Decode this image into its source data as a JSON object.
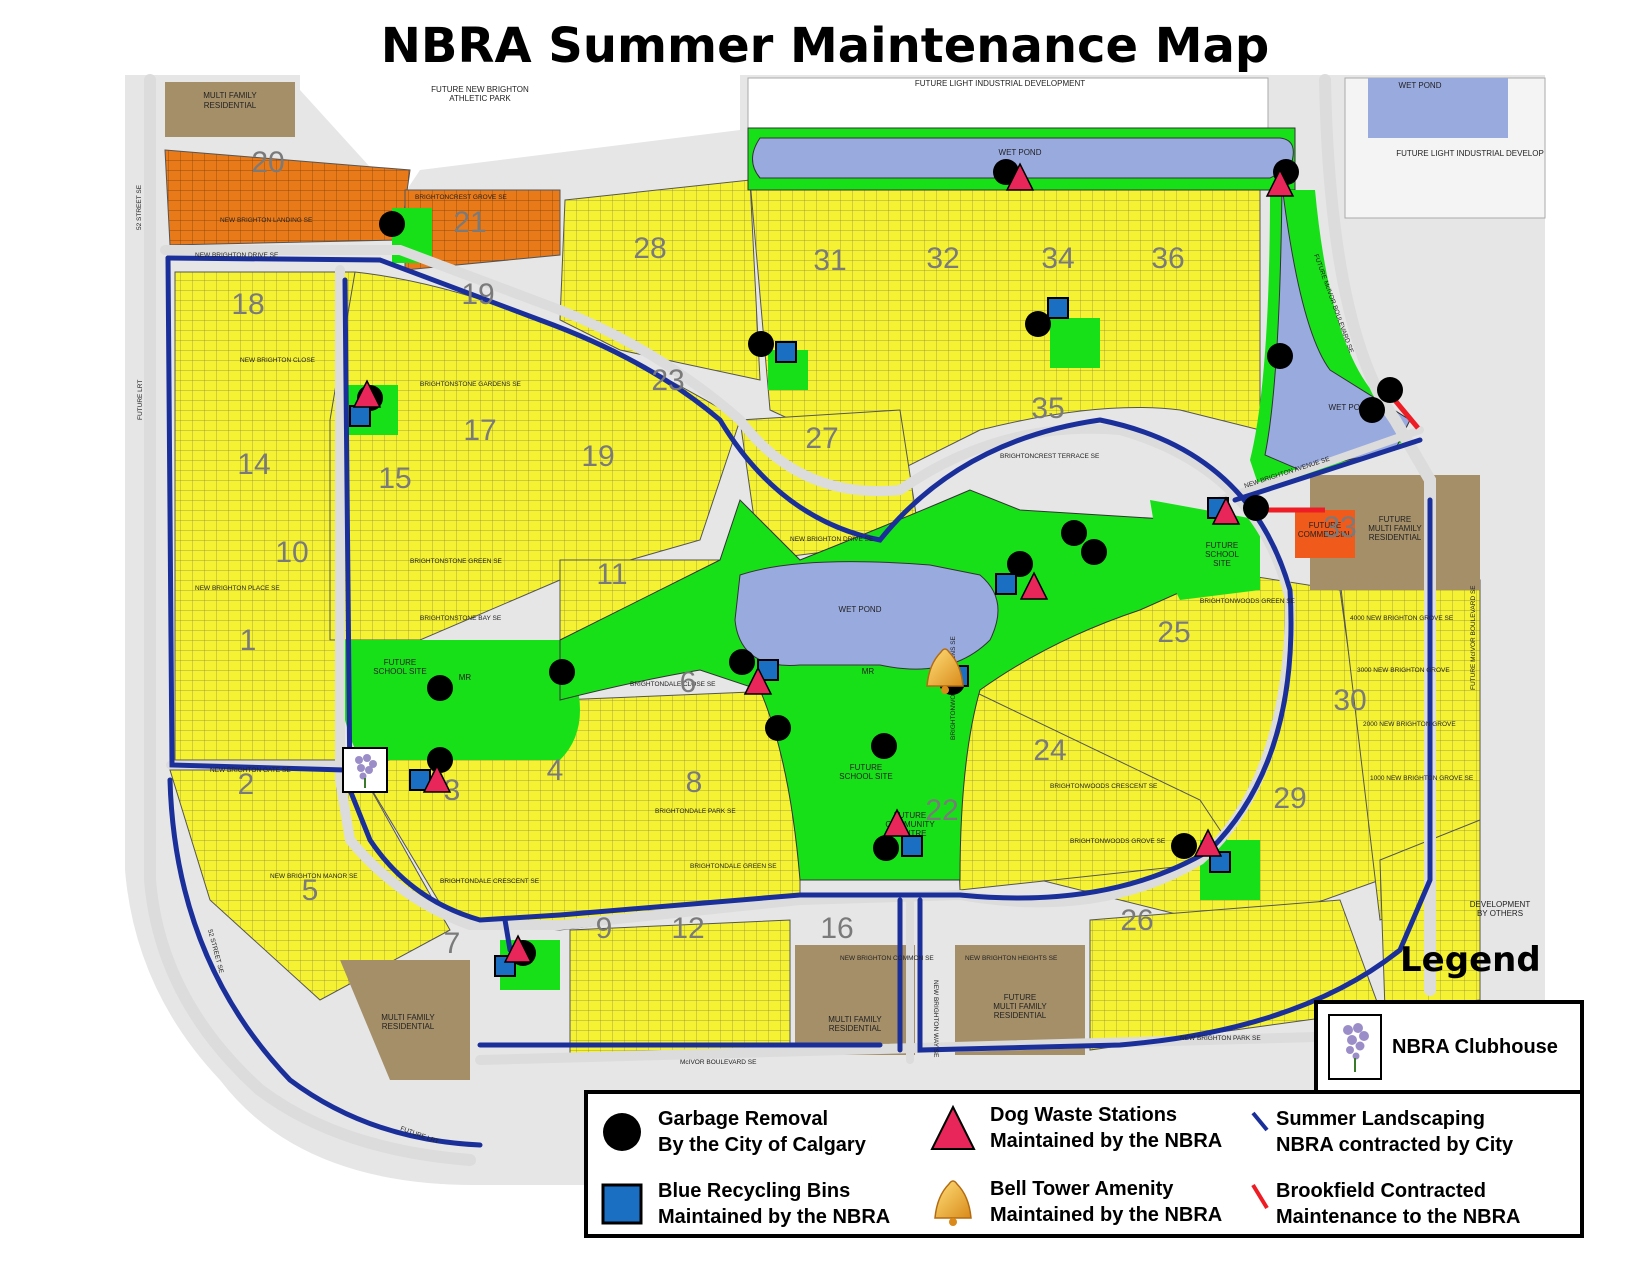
{
  "title": "NBRA Summer Maintenance Map",
  "colors": {
    "lots": "#f5f234",
    "park": "#18e018",
    "pond": "#99aadf",
    "multi_family": "#a58f68",
    "orange_lots": "#e87a1a",
    "commercial": "#f05a1a",
    "route_city": "#1a2f9a",
    "route_brookfield": "#ee1c24",
    "garbage": "#000000",
    "recycling": "#1b6fc2",
    "dog_waste": "#e8265a"
  },
  "map": {
    "area_labels": {
      "multi_family_nw": [
        "MULTI FAMILY",
        "RESIDENTIAL"
      ],
      "athletic_park": [
        "FUTURE NEW BRIGHTON",
        "ATHLETIC PARK"
      ],
      "light_industrial_n": "FUTURE LIGHT INDUSTRIAL DEVELOPMENT",
      "wet_pond_ne": "WET POND",
      "light_industrial_e": "FUTURE LIGHT INDUSTRIAL DEVELOP",
      "wet_pond_top": "WET POND",
      "wet_pond_east": "WET POND",
      "wet_pond_center": "WET POND",
      "future_commercial": [
        "FUTURE",
        "COMMERCIAL"
      ],
      "multi_family_e": [
        "FUTURE",
        "MULTI FAMILY",
        "RESIDENTIAL"
      ],
      "school_site_e": [
        "FUTURE",
        "SCHOOL",
        "SITE"
      ],
      "school_site_w": [
        "FUTURE",
        "SCHOOL SITE"
      ],
      "mr_w": "MR",
      "mr_c": "MR",
      "school_site_c": [
        "FUTURE",
        "SCHOOL SITE"
      ],
      "community_centre": [
        "FUTURE",
        "COMMUNITY",
        "CENTRE"
      ],
      "multi_family_sw": [
        "MULTI FAMILY",
        "RESIDENTIAL"
      ],
      "multi_family_16": [
        "MULTI FAMILY",
        "RESIDENTIAL"
      ],
      "multi_family_s": [
        "FUTURE",
        "MULTI FAMILY",
        "RESIDENTIAL"
      ],
      "development_by_others": [
        "DEVELOPMENT",
        "BY OTHERS"
      ]
    },
    "streets": {
      "s52": "52 STREET SE",
      "drive_nw": "NEW BRIGHTON DRIVE SE",
      "landing": "NEW BRIGHTON LANDING SE",
      "gate": "NEW BRIGHTON GATE SE",
      "place": "NEW BRIGHTON PLACE SE",
      "close": "NEW BRIGHTON CLOSE",
      "gardens": "BRIGHTONSTONE GARDENS SE",
      "green": "BRIGHTONSTONE GREEN SE",
      "bay": "BRIGHTONSTONE BAY SE",
      "crest_grove": "BRIGHTONCREST GROVE SE",
      "drive_s": "NEW BRIGHTON DRIVE SE",
      "terrace": "BRIGHTONCREST TERRACE SE",
      "avenue": "NEW BRIGHTON AVENUE SE",
      "mcivor_e": "FUTURE McIVOR BOULEVARD SE",
      "mcivor_s": "McIVOR BOULEVARD SE",
      "dale_close": "BRIGHTONDALE CLOSE SE",
      "dale_park": "BRIGHTONDALE PARK SE",
      "dale_green": "BRIGHTONDALE GREEN SE",
      "dale_crescent": "BRIGHTONDALE CRESCENT SE",
      "manor": "NEW BRIGHTON MANOR SE",
      "common": "NEW BRIGHTON COMMON SE",
      "heights": "NEW BRIGHTON HEIGHTS SE",
      "park_se": "NEW BRIGHTON PARK SE",
      "woods_gdns": "BRIGHTONWOODS GARDENS SE",
      "woods_cres": "BRIGHTONWOODS CRESCENT SE",
      "woods_grove": "BRIGHTONWOODS GROVE SE",
      "woods_green": "BRIGHTONWOODS GREEN SE",
      "grove_4000": "4000 NEW BRIGHTON GROVE SE",
      "grove_3000": "3000 NEW BRIGHTON GROVE",
      "grove_2000": "2000 NEW BRIGHTON GROVE",
      "grove_1000": "1000 NEW BRIGHTON GROVE SE",
      "st_52_s": "52 STREET SE",
      "future_lrt_w": "FUTURE LRT",
      "future_lrt_s": "FUTURE LRT",
      "way": "NEW BRIGHTON WAY SE"
    },
    "phases": [
      "20",
      "21",
      "18",
      "19",
      "28",
      "23",
      "31",
      "32",
      "34",
      "36",
      "17",
      "15",
      "14",
      "19",
      "27",
      "35",
      "10",
      "11",
      "33",
      "1",
      "25",
      "6",
      "30",
      "2",
      "3",
      "4",
      "8",
      "24",
      "22",
      "29",
      "5",
      "7",
      "9",
      "12",
      "16",
      "26"
    ]
  },
  "legend": {
    "heading": "Legend",
    "items": [
      {
        "key": "clubhouse",
        "icon": "lilac-flower-icon",
        "lines": [
          "NBRA Clubhouse"
        ]
      },
      {
        "key": "garbage",
        "icon": "black-circle-icon",
        "lines": [
          "Garbage Removal",
          "By the City of Calgary"
        ]
      },
      {
        "key": "recycling",
        "icon": "blue-square-icon",
        "lines": [
          "Blue Recycling Bins",
          "Maintained by the NBRA"
        ]
      },
      {
        "key": "dog_waste",
        "icon": "pink-triangle-icon",
        "lines": [
          "Dog Waste Stations",
          "Maintained by the NBRA"
        ]
      },
      {
        "key": "bell",
        "icon": "bell-icon",
        "lines": [
          "Bell Tower Amenity",
          "Maintained by the NBRA"
        ]
      },
      {
        "key": "landscaping",
        "icon": "blue-line-icon",
        "lines": [
          "Summer Landscaping",
          "NBRA contracted by City"
        ]
      },
      {
        "key": "brookfield",
        "icon": "red-line-icon",
        "lines": [
          "Brookfield Contracted",
          "Maintenance to the NBRA"
        ]
      }
    ]
  }
}
